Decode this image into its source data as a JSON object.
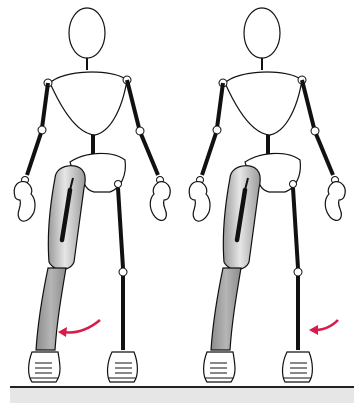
{
  "illustration": {
    "panels": [
      {
        "id": "left",
        "arrow_direction": "left"
      },
      {
        "id": "right",
        "arrow_direction": "left"
      }
    ],
    "colors": {
      "outline": "#111111",
      "skin": "#ffffff",
      "limb_shading": "#9a9a9a",
      "limb_highlight": "#e6e6e6",
      "arrow": "#d81b4a",
      "ground": "#222222",
      "ground_shadow": "#e6e6e6"
    }
  }
}
